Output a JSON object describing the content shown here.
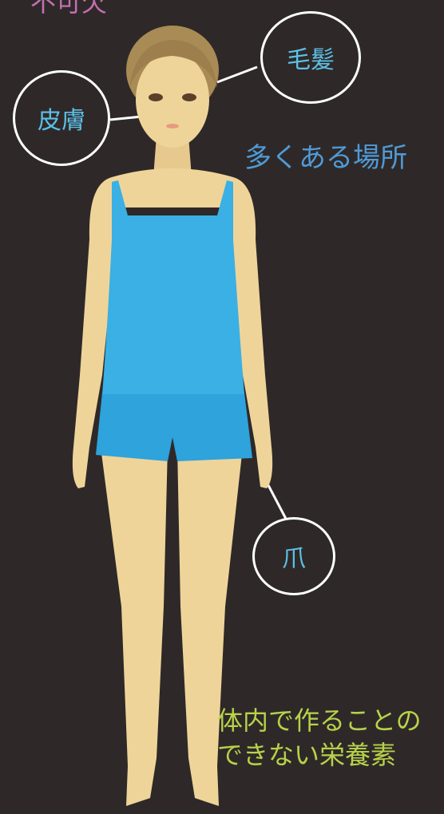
{
  "top_caption": "不可欠",
  "labels": {
    "hair": "毛髪",
    "skin": "皮膚",
    "nail": "爪"
  },
  "places_heading": "多くある場所",
  "nutrient_caption": {
    "line1": "体内で作ることの",
    "line2": "できない栄養素"
  },
  "colors": {
    "background": "#2e2928",
    "label_circle": "#ffffff",
    "label_text": "#5cc0e8",
    "places_text": "#4f9ad8",
    "nutrient_text": "#b8d24a",
    "top_text": "#c26fb2",
    "skin": "#efd49a",
    "hair": "#a88b55",
    "camisole": "#3ab0e4",
    "shorts": "#2ea3dc"
  }
}
